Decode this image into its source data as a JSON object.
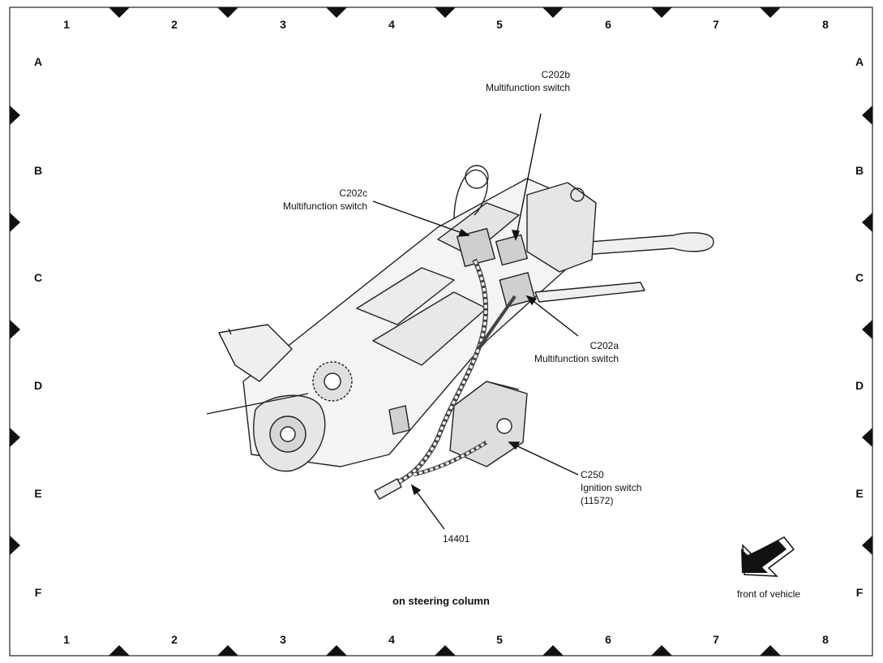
{
  "grid": {
    "columns": [
      "1",
      "2",
      "3",
      "4",
      "5",
      "6",
      "7",
      "8"
    ],
    "rows": [
      "A",
      "B",
      "C",
      "D",
      "E",
      "F"
    ]
  },
  "callouts": {
    "c202b": {
      "code": "C202b",
      "name": "Multifunction switch"
    },
    "c202c": {
      "code": "C202c",
      "name": "Multifunction switch"
    },
    "c202a": {
      "code": "C202a",
      "name": "Multifunction switch"
    },
    "c250": {
      "code": "C250",
      "name": "Ignition switch",
      "part": "(11572)"
    },
    "harness": {
      "code": "14401"
    }
  },
  "caption": "on steering column",
  "orientation": "front of vehicle"
}
